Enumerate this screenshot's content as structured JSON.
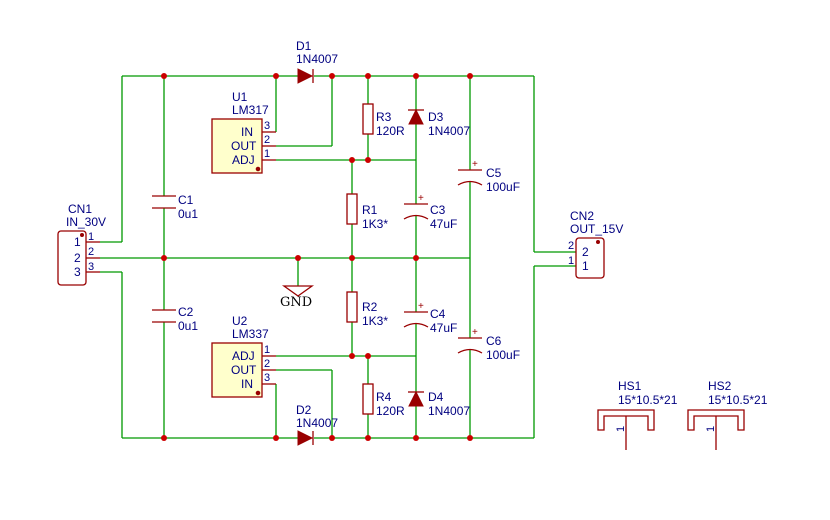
{
  "labels": {
    "D1": {
      "ref": "D1",
      "value": "1N4007"
    },
    "D2": {
      "ref": "D2",
      "value": "1N4007"
    },
    "D3": {
      "ref": "D3",
      "value": "1N4007"
    },
    "D4": {
      "ref": "D4",
      "value": "1N4007"
    },
    "U1": {
      "ref": "U1",
      "value": "LM317",
      "pin_in": "IN",
      "pin_out": "OUT",
      "pin_adj": "ADJ",
      "pin_in_num": "3",
      "pin_out_num": "2",
      "pin_adj_num": "1"
    },
    "U2": {
      "ref": "U2",
      "value": "LM337",
      "pin_adj": "ADJ",
      "pin_out": "OUT",
      "pin_in": "IN",
      "pin_adj_num": "1",
      "pin_out_num": "2",
      "pin_in_num": "3"
    },
    "R1": {
      "ref": "R1",
      "value": "1K3*"
    },
    "R2": {
      "ref": "R2",
      "value": "1K3*"
    },
    "R3": {
      "ref": "R3",
      "value": "120R"
    },
    "R4": {
      "ref": "R4",
      "value": "120R"
    },
    "C1": {
      "ref": "C1",
      "value": "0u1"
    },
    "C2": {
      "ref": "C2",
      "value": "0u1"
    },
    "C3": {
      "ref": "C3",
      "value": "47uF"
    },
    "C4": {
      "ref": "C4",
      "value": "47uF"
    },
    "C5": {
      "ref": "C5",
      "value": "100uF"
    },
    "C6": {
      "ref": "C6",
      "value": "100uF"
    },
    "CN1": {
      "ref": "CN1",
      "value": "IN_30V",
      "pin1": "1",
      "pin2": "2",
      "pin3": "3",
      "num1": "1",
      "num2": "2",
      "num3": "3"
    },
    "CN2": {
      "ref": "CN2",
      "value": "OUT_15V",
      "pin1": "1",
      "pin2": "2",
      "num1": "1",
      "num2": "2"
    },
    "HS1": {
      "ref": "HS1",
      "value": "15*10.5*21",
      "pin": "1"
    },
    "HS2": {
      "ref": "HS2",
      "value": "15*10.5*21",
      "pin": "1"
    },
    "gnd": "GND",
    "polarity": "+"
  },
  "colors": {
    "wire": "#009900",
    "component": "#990000",
    "junction": "#cc0000",
    "text": "#000080",
    "ic_fill": "#ffffcc"
  }
}
